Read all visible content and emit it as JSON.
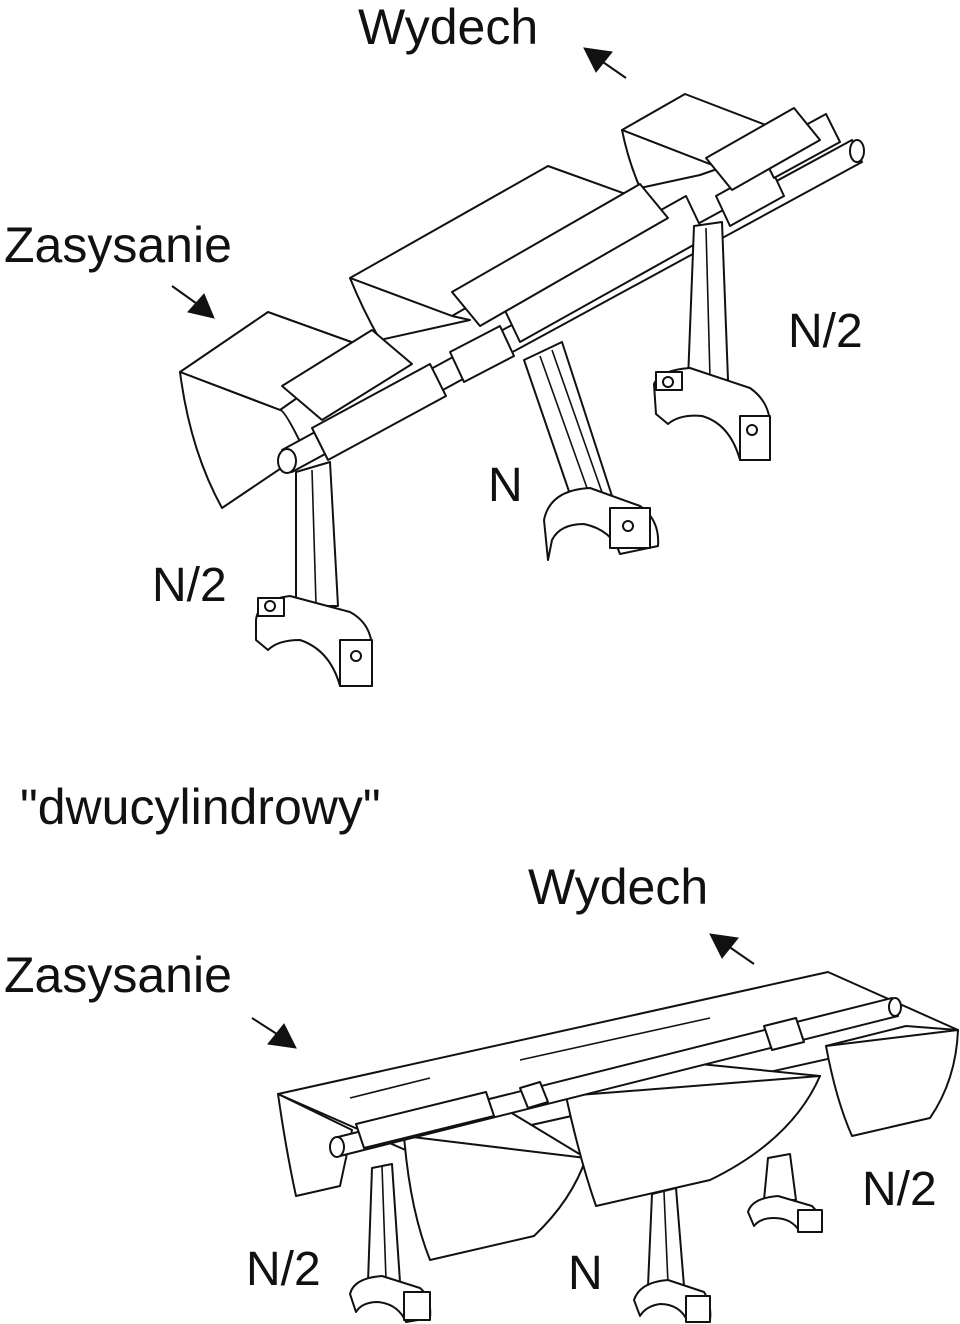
{
  "diagram_top": {
    "exhaust_label": "Wydech",
    "intake_label": "Zasysanie",
    "rod_left_label": "N/2",
    "rod_center_label": "N",
    "rod_right_label": "N/2"
  },
  "diagram_bottom": {
    "title": "\"dwucylindrowy\"",
    "exhaust_label": "Wydech",
    "intake_label": "Zasysanie",
    "rod_left_label": "N/2",
    "rod_center_label": "N",
    "rod_right_label": "N/2"
  },
  "colors": {
    "line": "#111111",
    "background": "#ffffff"
  },
  "icons": [
    "arrow-icon",
    "crankshaft-drawing",
    "connecting-rod-drawing"
  ]
}
